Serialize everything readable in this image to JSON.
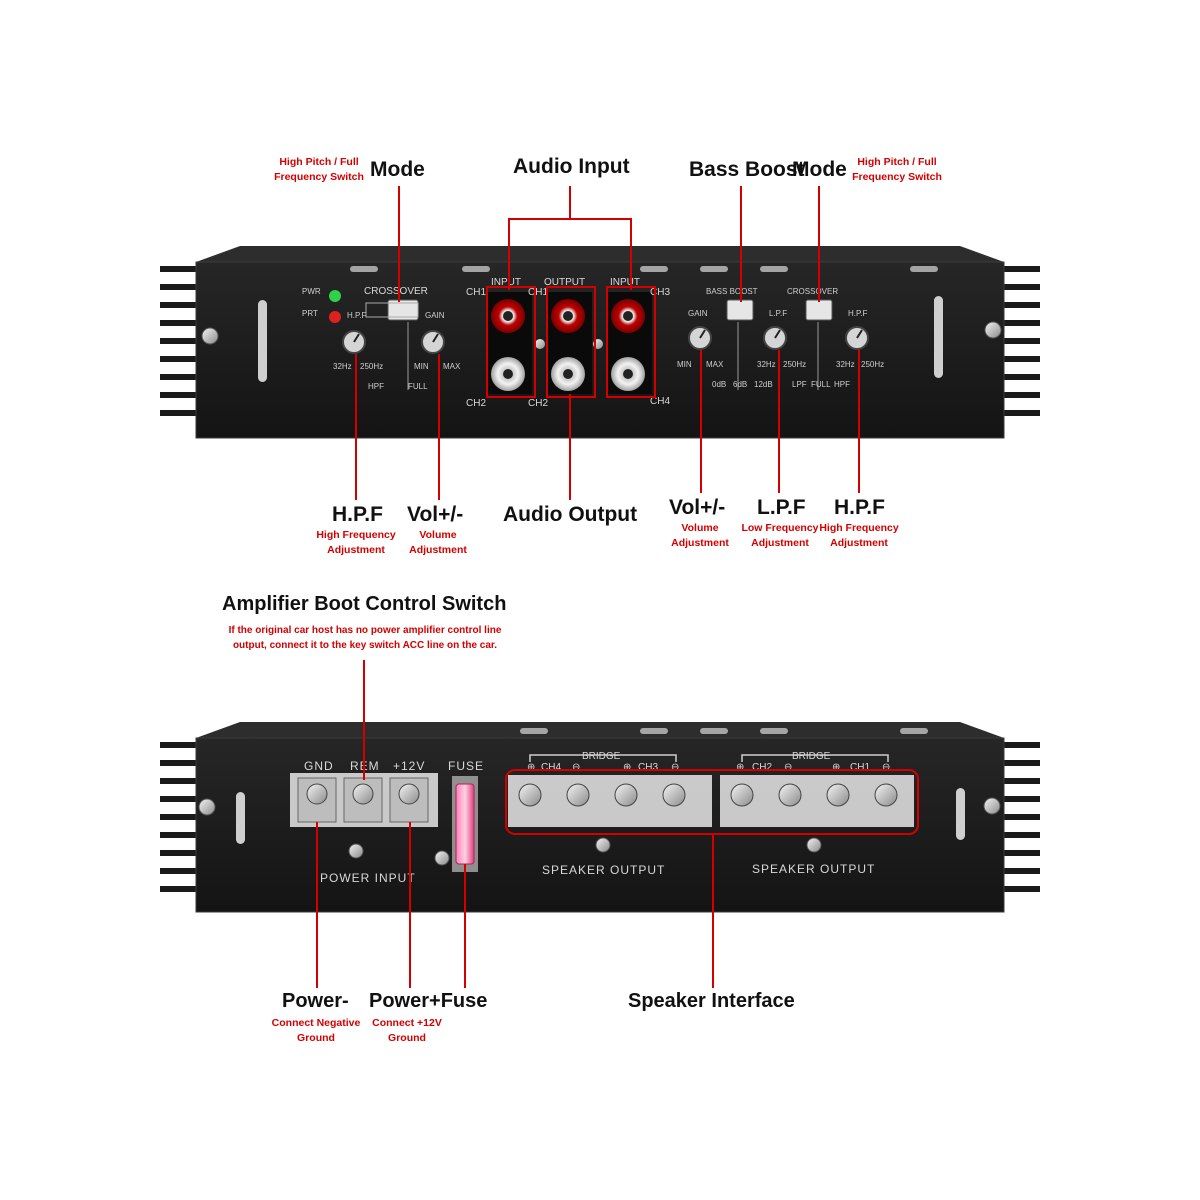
{
  "colors": {
    "annotation": "#d40000",
    "panel": "#1c1c1c",
    "panel_edge": "#2a2a2a",
    "panel_text": "#d8d8d8"
  },
  "top_labels": {
    "mode_left": {
      "title": "Mode",
      "desc1": "High Pitch / Full",
      "desc2": "Frequency Switch"
    },
    "audio_input": {
      "title": "Audio Input"
    },
    "bass_boost": {
      "title": "Bass Boost"
    },
    "mode_right": {
      "title": "Mode",
      "desc1": "High Pitch / Full",
      "desc2": "Frequency Switch"
    },
    "hpf_left": {
      "title": "H.P.F",
      "desc1": "High Frequency",
      "desc2": "Adjustment"
    },
    "vol_left": {
      "title": "Vol+/-",
      "desc1": "Volume",
      "desc2": "Adjustment"
    },
    "audio_output": {
      "title": "Audio Output"
    },
    "vol_right": {
      "title": "Vol+/-",
      "desc1": "Volume",
      "desc2": "Adjustment"
    },
    "lpf": {
      "title": "L.P.F",
      "desc1": "Low Frequency",
      "desc2": "Adjustment"
    },
    "hpf_right": {
      "title": "H.P.F",
      "desc1": "High Frequency",
      "desc2": "Adjustment"
    }
  },
  "top_panel": {
    "pwr": "PWR",
    "prt": "PRT",
    "crossover": "CROSSOVER",
    "hpf": "H.P.F",
    "gain": "GAIN",
    "hz32": "32Hz",
    "hz250": "250Hz",
    "hpf_short": "HPF",
    "full": "FULL",
    "min": "MIN",
    "max": "MAX",
    "input": "INPUT",
    "output": "OUTPUT",
    "ch1": "CH1",
    "ch2": "CH2",
    "ch3": "CH3",
    "ch4": "CH4",
    "bass_boost": "BASS BOOST",
    "lpf": "L.P.F",
    "db0": "0dB",
    "db6": "6dB",
    "db12": "12dB",
    "lpf_short": "LPF"
  },
  "bottom_labels": {
    "boot_switch": {
      "title": "Amplifier Boot Control Switch",
      "desc1": "If the original car host has no power amplifier control line",
      "desc2": "output, connect it to the key switch ACC line on the car."
    },
    "power_neg": {
      "title": "Power-",
      "desc1": "Connect Negative",
      "desc2": "Ground"
    },
    "power_fuse": {
      "title": "Power+Fuse",
      "desc1": "Connect +12V",
      "desc2": "Ground"
    },
    "speaker_interface": {
      "title": "Speaker Interface"
    }
  },
  "bottom_panel": {
    "gnd": "GND",
    "rem": "REM",
    "v12": "+12V",
    "fuse": "FUSE",
    "power_input": "POWER INPUT",
    "bridge": "BRIDGE",
    "ch4": "CH4",
    "ch3": "CH3",
    "ch2": "CH2",
    "ch1": "CH1",
    "speaker_output": "SPEAKER OUTPUT"
  }
}
